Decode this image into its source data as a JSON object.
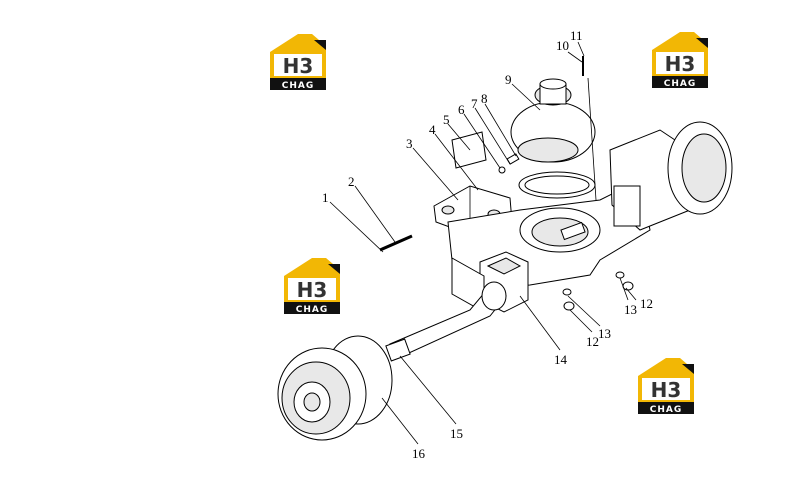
{
  "logos": [
    {
      "top": "H3",
      "bottom": "CHAG",
      "color": "#f2b705"
    },
    {
      "top": "H3",
      "bottom": "CHAG",
      "color": "#f2b705"
    },
    {
      "top": "H3",
      "bottom": "CHAG",
      "color": "#f2b705"
    },
    {
      "top": "H3",
      "bottom": "CHAG",
      "color": "#f2b705"
    }
  ],
  "callouts": {
    "c1": "1",
    "c2": "2",
    "c3": "3",
    "c4": "4",
    "c5": "5",
    "c6": "6",
    "c7": "7",
    "c8": "8",
    "c9": "9",
    "c10": "10",
    "c11": "11",
    "c12a": "12",
    "c12b": "12",
    "c13a": "13",
    "c13b": "13",
    "c14": "14",
    "c15": "15",
    "c16": "16"
  }
}
